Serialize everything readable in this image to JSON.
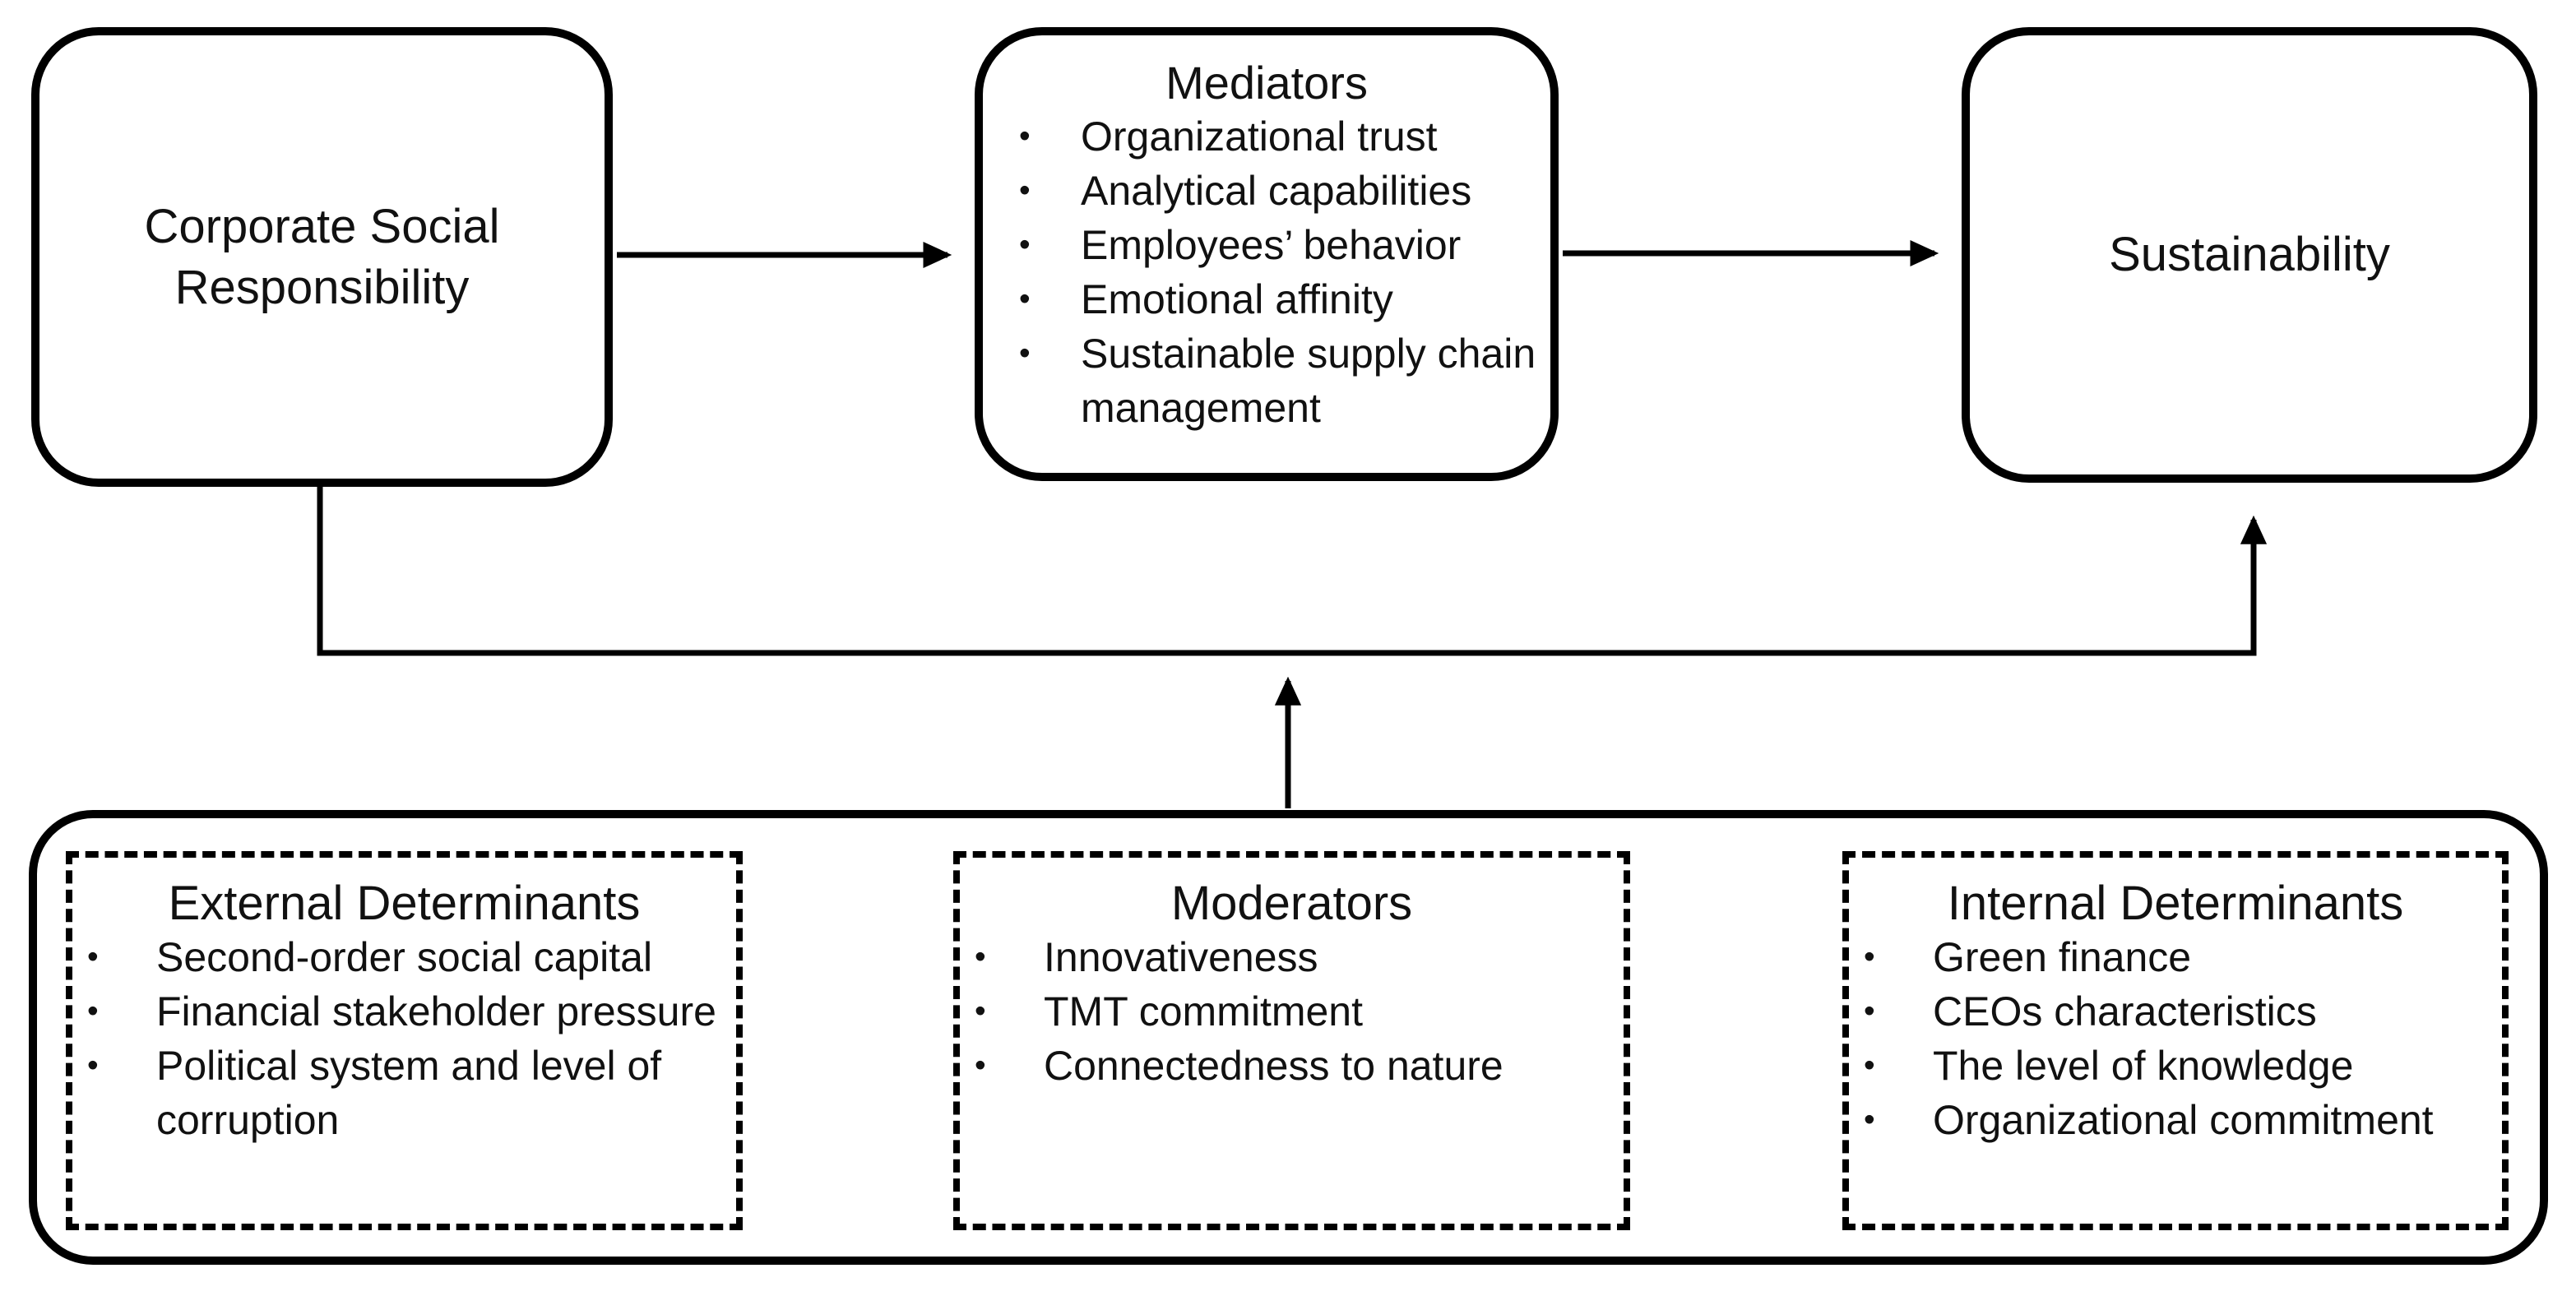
{
  "diagram": {
    "colors": {
      "stroke": "#000000",
      "background": "#ffffff",
      "text": "#111111"
    },
    "boxes": {
      "csr": {
        "title": "Corporate Social Responsibility"
      },
      "mediators": {
        "title": "Mediators",
        "items": [
          "Organizational trust",
          "Analytical capabilities",
          "Employees’ behavior",
          "Emotional affinity",
          "Sustainable supply chain management"
        ]
      },
      "sustainability": {
        "title": "Sustainability"
      },
      "external_determinants": {
        "title": "External Determinants",
        "items": [
          "Second-order social capital",
          "Financial stakeholder pressure",
          "Political system and level of corruption"
        ]
      },
      "moderators": {
        "title": "Moderators",
        "items": [
          "Innovativeness",
          "TMT commitment",
          "Connectedness to nature"
        ]
      },
      "internal_determinants": {
        "title": "Internal Determinants",
        "items": [
          "Green finance",
          "CEOs characteristics",
          "The level of knowledge",
          "Organizational commitment"
        ]
      }
    }
  }
}
